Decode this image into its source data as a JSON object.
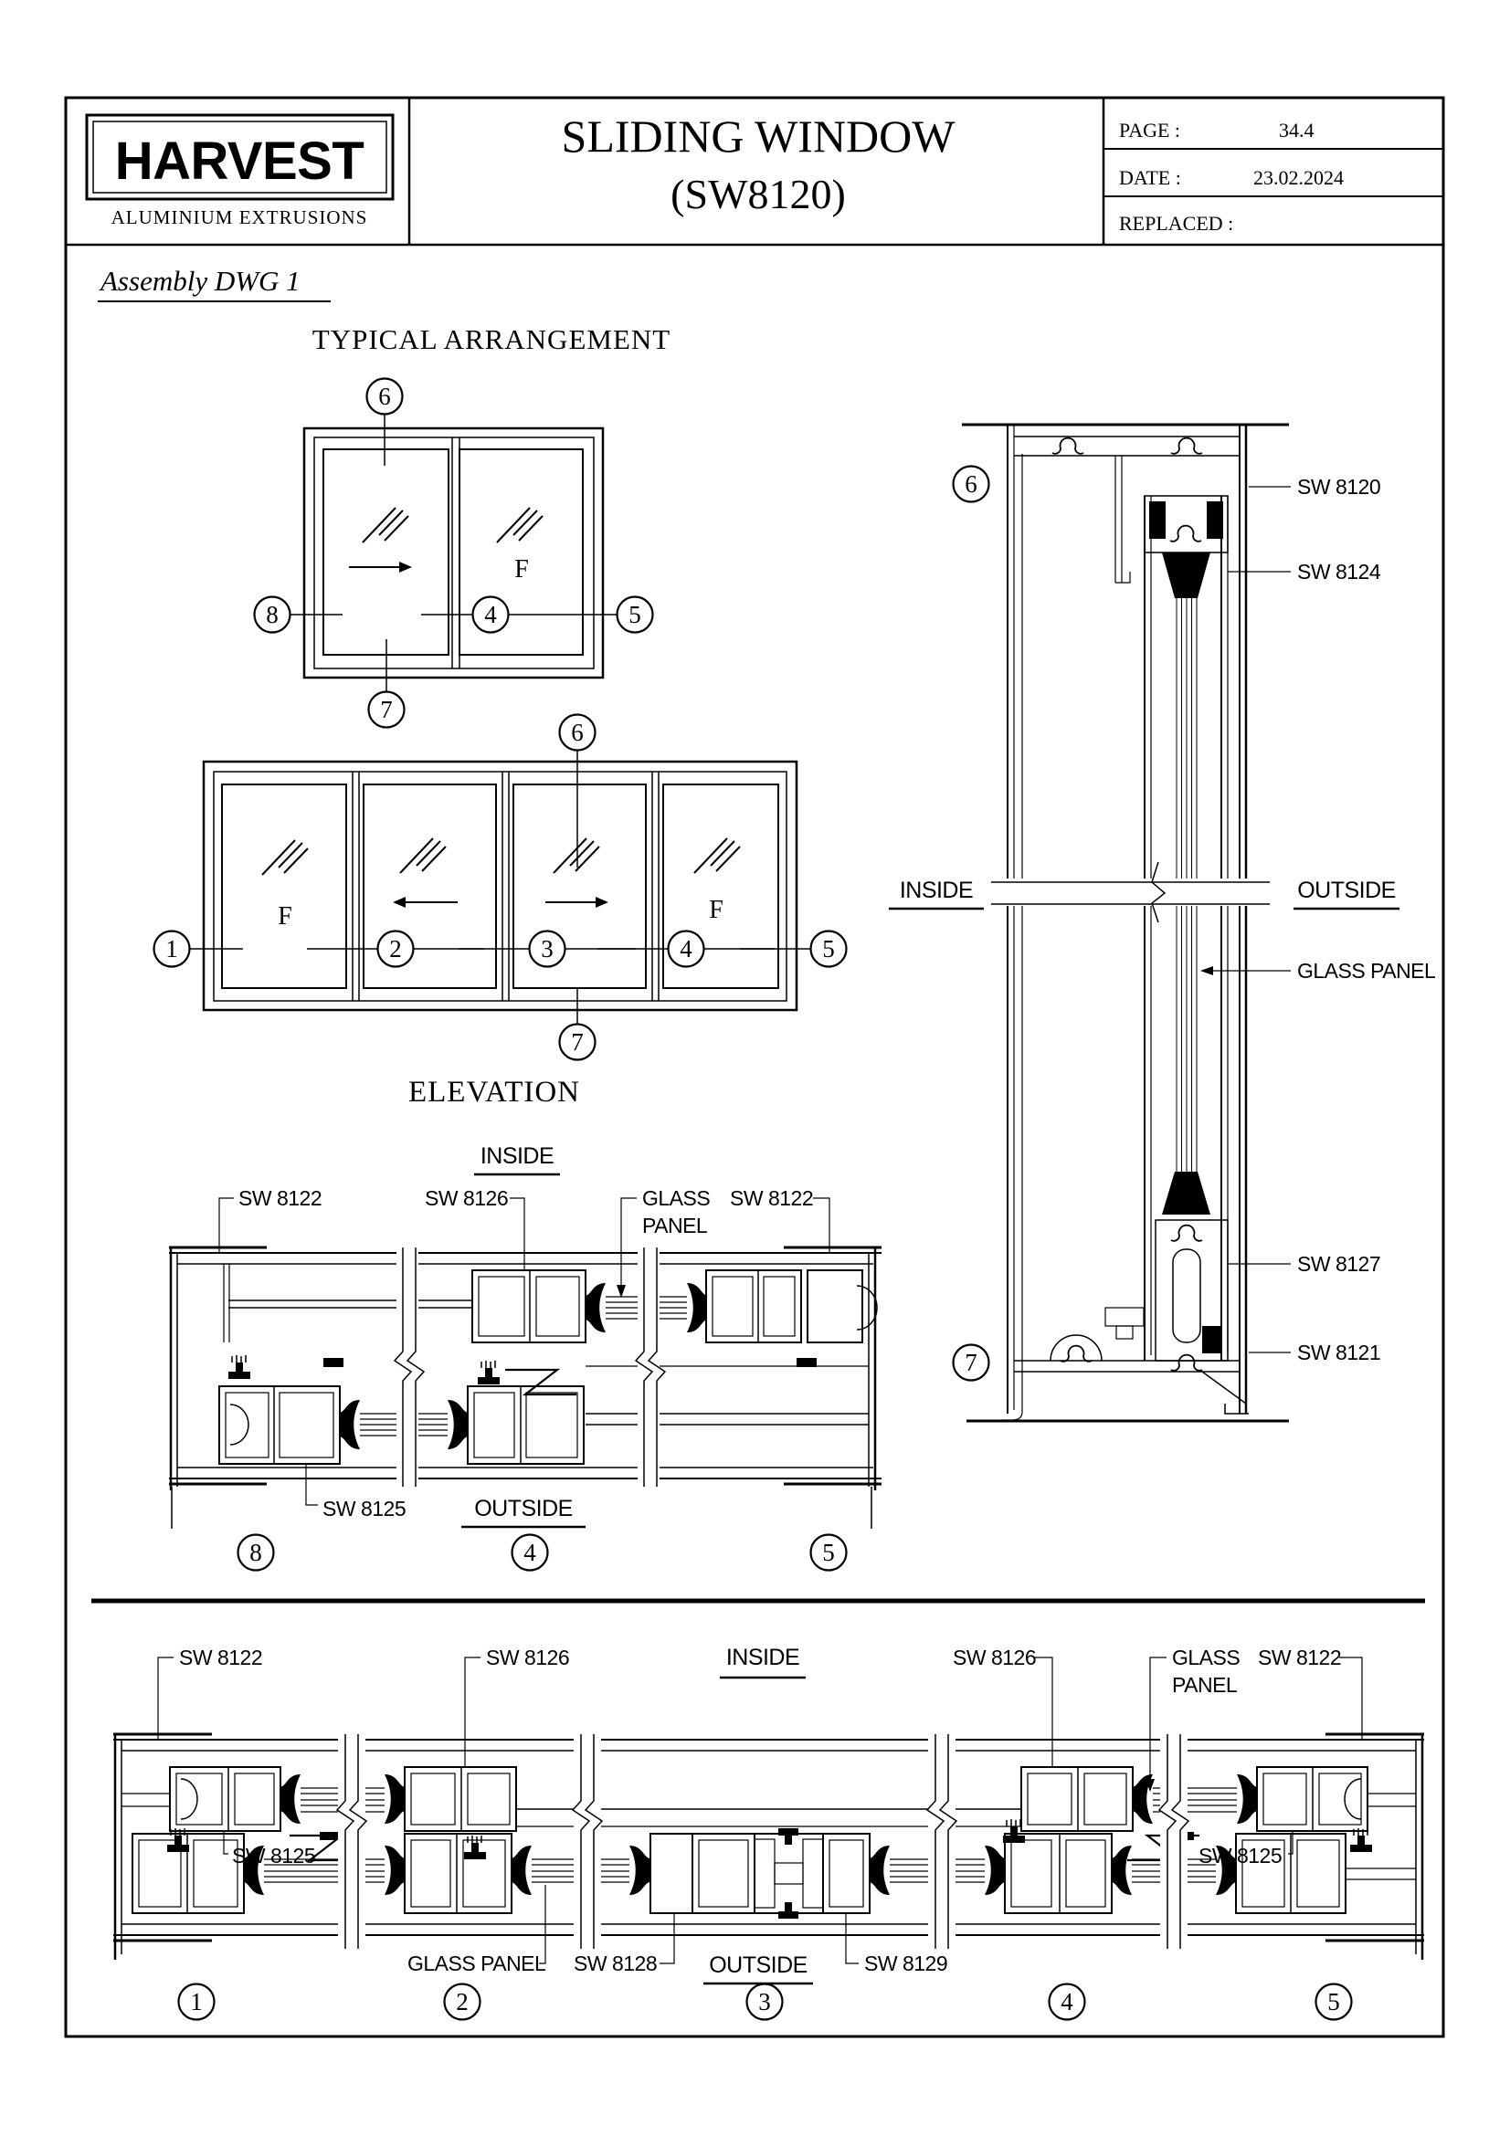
{
  "title_block": {
    "logo_text": "HARVEST",
    "logo_subtitle": "ALUMINIUM EXTRUSIONS",
    "title_line1": "SLIDING WINDOW",
    "title_line2": "(SW8120)",
    "page_label": "PAGE :",
    "page_value": "34.4",
    "date_label": "DATE :",
    "date_value": "23.02.2024",
    "replaced_label": "REPLACED :"
  },
  "headings": {
    "assembly": "Assembly DWG 1",
    "typical_arrangement": "TYPICAL ARRANGEMENT",
    "elevation": "ELEVATION"
  },
  "labels": {
    "inside": "INSIDE",
    "outside": "OUTSIDE",
    "glass_panel": "GLASS PANEL",
    "glass": "GLASS",
    "panel": "PANEL",
    "fixed_panel": "F"
  },
  "parts": {
    "sw8120": "SW 8120",
    "sw8121": "SW 8121",
    "sw8122": "SW 8122",
    "sw8124": "SW 8124",
    "sw8125": "SW 8125",
    "sw8126": "SW 8126",
    "sw8127": "SW 8127",
    "sw8128": "SW 8128",
    "sw8129": "SW 8129"
  },
  "callouts": {
    "c1": "1",
    "c2": "2",
    "c3": "3",
    "c4": "4",
    "c5": "5",
    "c6": "6",
    "c7": "7",
    "c8": "8"
  }
}
